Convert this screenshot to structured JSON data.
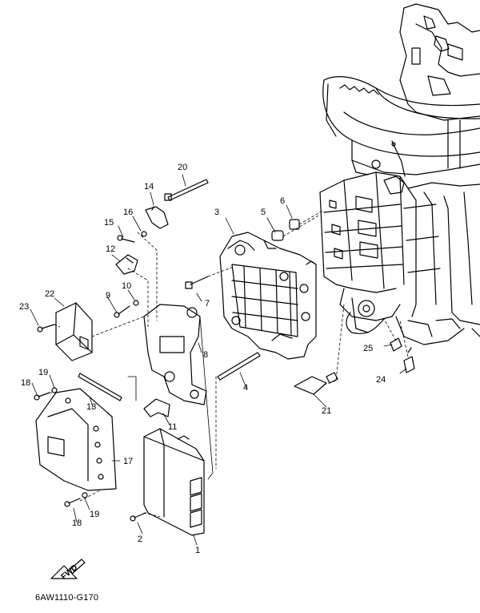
{
  "diagram_code": "6AW1110-G170",
  "direction_label": "FWD",
  "parts": [
    {
      "id": "p1",
      "label": "1"
    },
    {
      "id": "p2",
      "label": "2"
    },
    {
      "id": "p3",
      "label": "3"
    },
    {
      "id": "p4",
      "label": "4"
    },
    {
      "id": "p5",
      "label": "5"
    },
    {
      "id": "p6",
      "label": "6"
    },
    {
      "id": "p7",
      "label": "7"
    },
    {
      "id": "p8",
      "label": "8"
    },
    {
      "id": "p9",
      "label": "9"
    },
    {
      "id": "p10",
      "label": "10"
    },
    {
      "id": "p11",
      "label": "11"
    },
    {
      "id": "p12",
      "label": "12"
    },
    {
      "id": "p13",
      "label": "13"
    },
    {
      "id": "p14",
      "label": "14"
    },
    {
      "id": "p15",
      "label": "15"
    },
    {
      "id": "p16",
      "label": "16"
    },
    {
      "id": "p17",
      "label": "17"
    },
    {
      "id": "p18a",
      "label": "18"
    },
    {
      "id": "p18b",
      "label": "18"
    },
    {
      "id": "p19a",
      "label": "19"
    },
    {
      "id": "p19b",
      "label": "19"
    },
    {
      "id": "p20",
      "label": "20"
    },
    {
      "id": "p21",
      "label": "21"
    },
    {
      "id": "p22",
      "label": "22"
    },
    {
      "id": "p23",
      "label": "23"
    },
    {
      "id": "p24",
      "label": "24"
    },
    {
      "id": "p25",
      "label": "25"
    }
  ]
}
